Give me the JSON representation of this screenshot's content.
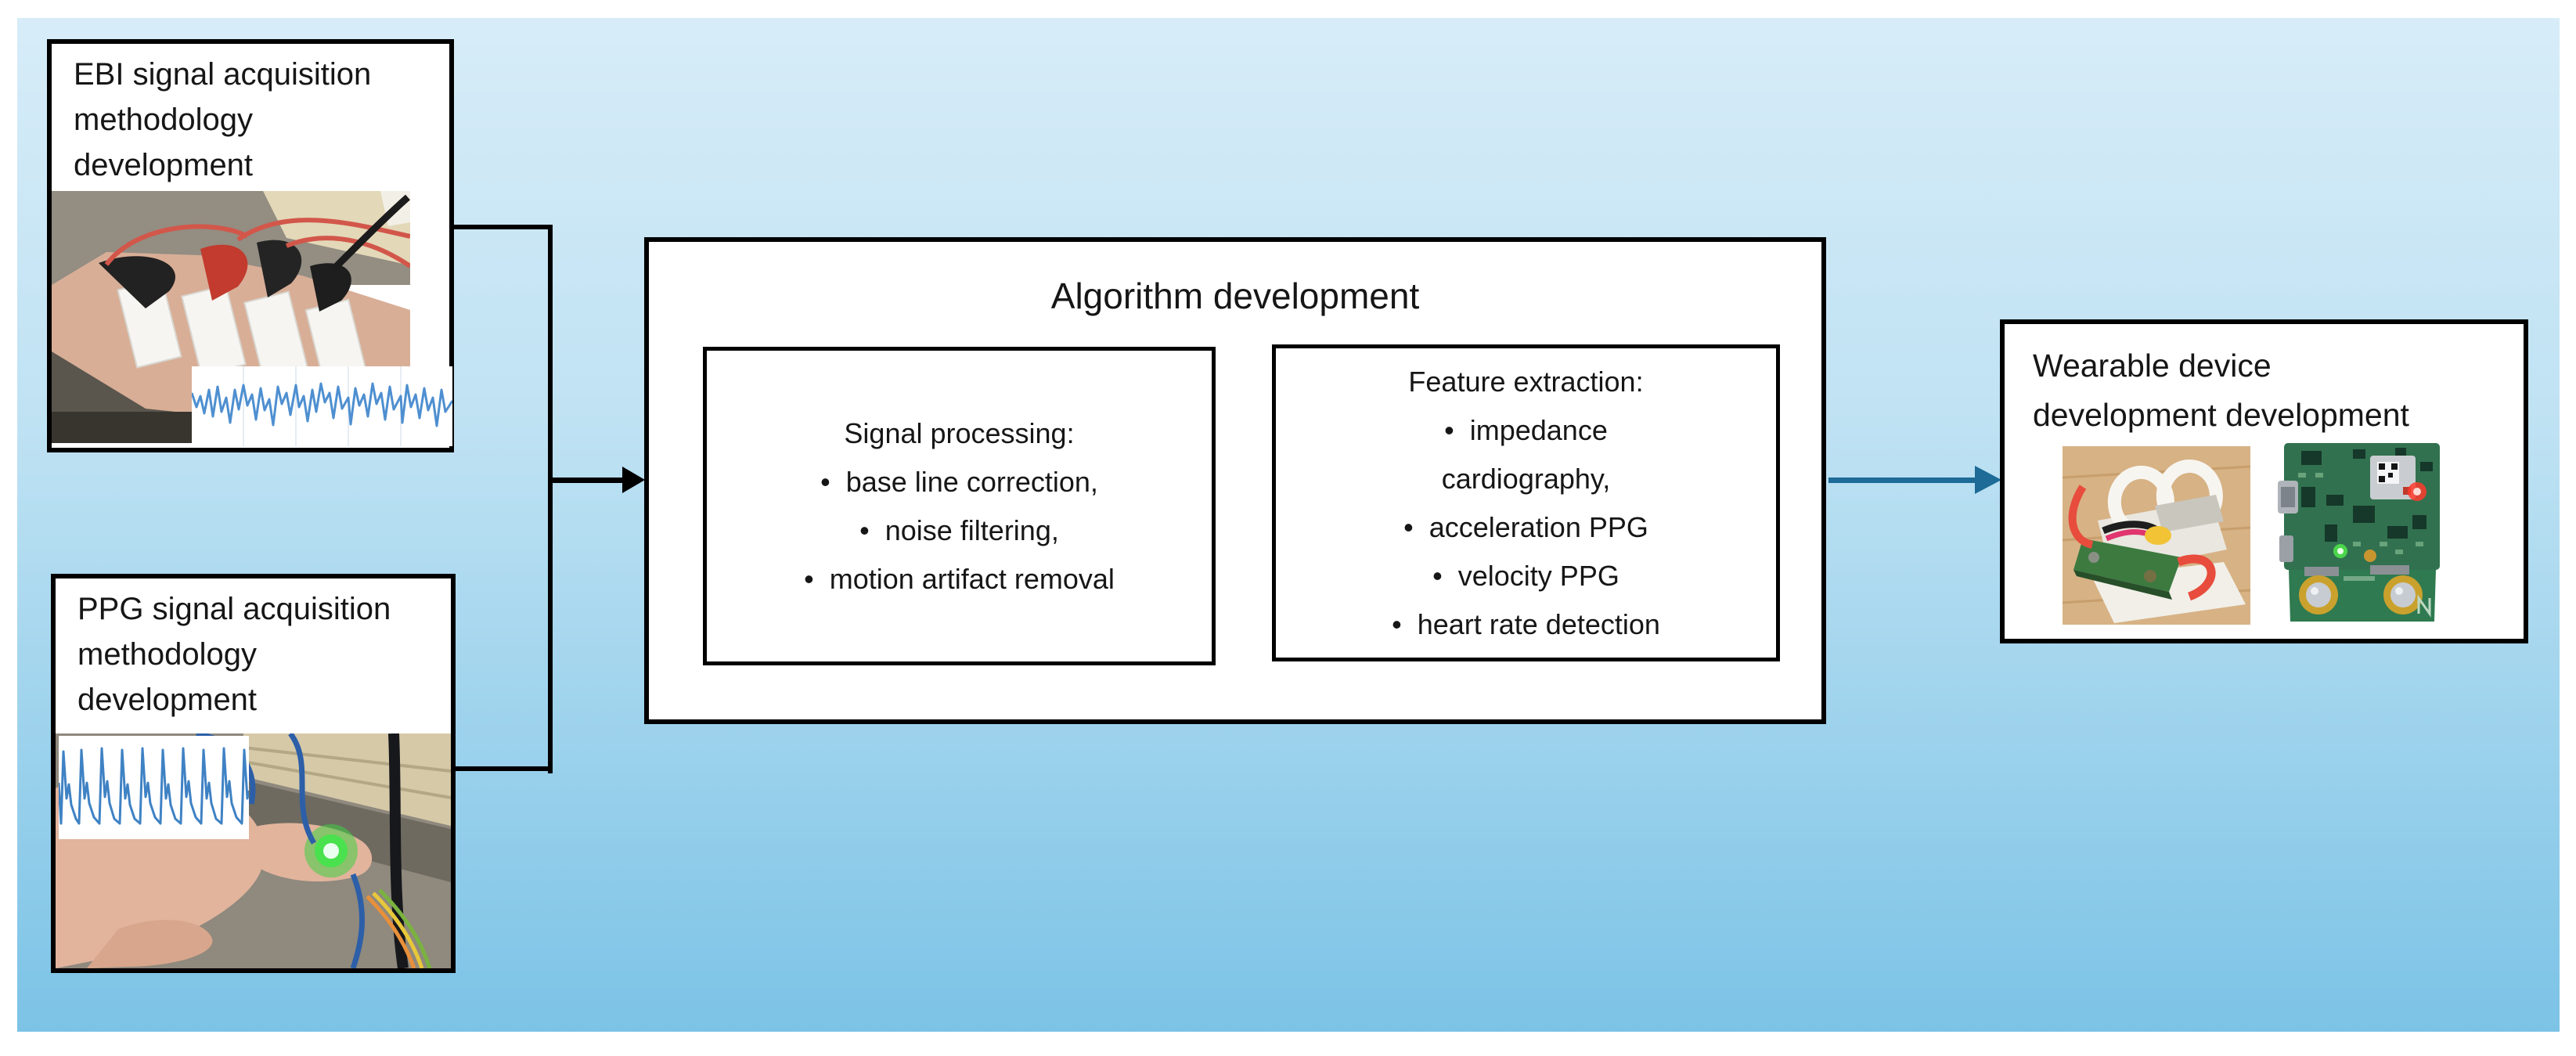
{
  "diagram": {
    "ebi_box": {
      "title": "EBI signal acquisition methodology development"
    },
    "ppg_box": {
      "title": "PPG signal acquisition methodology development"
    },
    "algorithm_box": {
      "title": "Algorithm development",
      "signal_processing": {
        "heading": "Signal processing:",
        "bullets": [
          "base line correction,",
          "noise filtering,",
          "motion artifact removal"
        ]
      },
      "feature_extraction": {
        "heading": "Feature extraction:",
        "bullets": [
          "impedance cardiography,",
          "acceleration PPG",
          "velocity PPG",
          "heart rate detection"
        ]
      }
    },
    "wearable_box": {
      "title": "Wearable device development development"
    }
  },
  "colors": {
    "background_top": "#d7ecf8",
    "background_bottom": "#7cc3e6",
    "box_border": "#000000",
    "connector_left": "#000000",
    "connector_right": "#1d6b96",
    "waveform_blue": "#4e8fd0"
  }
}
